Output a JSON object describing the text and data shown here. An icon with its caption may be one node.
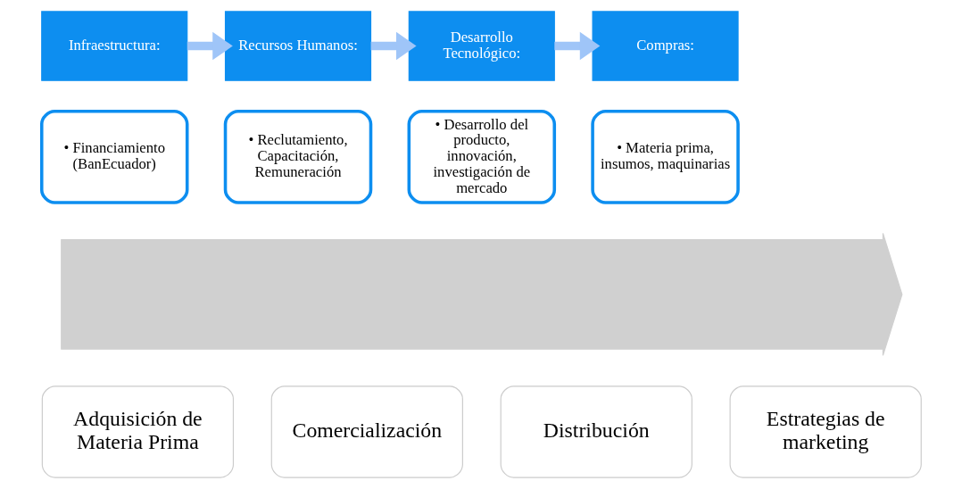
{
  "diagram": {
    "nodes": [
      {
        "text": [
          "Infraestructura:"
        ]
      },
      {
        "text": [
          "• Financiamiento (BanEcuador)"
        ]
      },
      {
        "text": [
          "Recursos Humanos:"
        ]
      },
      {
        "text": [
          "• Reclutamiento, Capacitación, Remuneración"
        ]
      },
      {
        "text": [
          "Desarrollo Tecnológico:"
        ]
      },
      {
        "text": [
          "• Desarrollo del producto, innovación, investigación de mercado"
        ]
      },
      {
        "text": [
          "Compras:"
        ]
      },
      {
        "text": [
          "• Materia prima, insumos, maquinarias"
        ]
      },
      {
        "text": [],
        "shape": "arrow"
      },
      {
        "text": [
          "Adquisición de Materia Prima"
        ]
      },
      {
        "text": [
          "Comercialización"
        ]
      },
      {
        "text": [
          "Distribución"
        ]
      },
      {
        "text": [
          "Estrategias de marketing"
        ]
      }
    ],
    "edges": [
      {
        "from": 0,
        "to": 2,
        "arrow": "to"
      },
      {
        "from": 2,
        "to": 4,
        "arrow": "to"
      },
      {
        "from": 4,
        "to": 6,
        "arrow": "to"
      }
    ]
  }
}
